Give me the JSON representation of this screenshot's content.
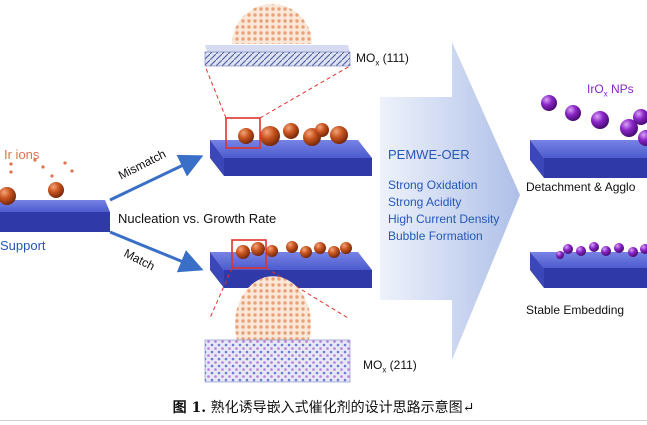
{
  "labels": {
    "ir_ions": "Ir ions",
    "support": "Support",
    "mismatch": "Mismatch",
    "match": "Match",
    "nucleation": "Nucleation vs. Growth Rate",
    "mox_111_base": "MO",
    "mox_111_sub": "x",
    "mox_111_tail": " (111)",
    "mox_211_base": "MO",
    "mox_211_sub": "x",
    "mox_211_tail": " (211)",
    "irox_base": "IrO",
    "irox_sub": "x",
    "irox_tail": " NPs",
    "detachment": "Detachment & Agglo",
    "stable": "Stable Embedding"
  },
  "pemwe": {
    "title": "PEMWE-OER",
    "conditions": [
      "Strong Oxidation",
      "Strong Acidity",
      "High Current Density",
      "Bubble Formation"
    ]
  },
  "caption": {
    "number": "图 1.",
    "text": " 熟化诱导嵌入式催化剂的设计思路示意图↵"
  },
  "colors": {
    "slab_top": "#5a6ad8",
    "slab_front": "#2f3aa8",
    "particle": "#c8541f",
    "purple": "#8a24c8",
    "arrow": "#b7c8ee",
    "blue_text": "#2457b8",
    "orange_text": "#e07050"
  }
}
